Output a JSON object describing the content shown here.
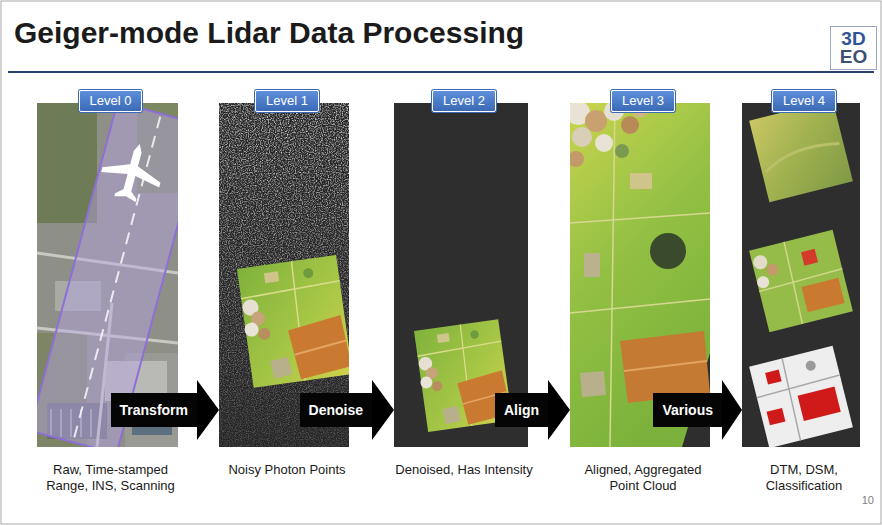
{
  "diagram": {
    "title": "Geiger-mode Lidar Data Processing",
    "nodes": [
      {
        "text": [
          "Level 0",
          "Raw, Time-stamped Range, INS, Scanning"
        ]
      },
      {
        "text": [
          "Level 1",
          "Noisy Photon Points"
        ]
      },
      {
        "text": [
          "Level 2",
          "Denoised, Has Intensity"
        ]
      },
      {
        "text": [
          "Level 3",
          "Aligned, Aggregated Point Cloud"
        ]
      },
      {
        "text": [
          "Level 4",
          "DTM, DSM, Classification"
        ]
      }
    ],
    "edges": [
      {
        "from": 0,
        "to": 1,
        "arrow": "to",
        "label": "Transform"
      },
      {
        "from": 1,
        "to": 2,
        "arrow": "to",
        "label": "Denoise"
      },
      {
        "from": 2,
        "to": 3,
        "arrow": "to",
        "label": "Align"
      },
      {
        "from": 3,
        "to": 4,
        "arrow": "to",
        "label": "Various"
      }
    ],
    "labels": [
      "3D",
      "EO",
      "10"
    ]
  }
}
